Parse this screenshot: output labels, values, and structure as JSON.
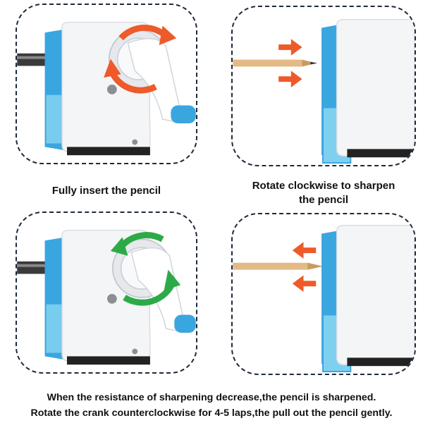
{
  "captions": {
    "fully_insert": "Fully insert the pencil",
    "rotate_clockwise_line1": "Rotate clockwise to sharpen",
    "rotate_clockwise_line2": "the pencil"
  },
  "footer": {
    "line1": "When the resistance of sharpening decrease,the pencil is sharpened.",
    "line2": "Rotate the crank counterclockwise for 4-5 laps,the pull out the pencil gently."
  },
  "colors": {
    "accent_blue": "#3aa6e0",
    "arrow_orange": "#ee5a2a",
    "arrow_green": "#2daa48",
    "border_dark": "#1e2a3a",
    "pencil_wood": "#e3b986"
  },
  "icons": {
    "panel1": "sharpener-crank-orange-arrows-icon",
    "panel2": "pencil-insert-arrows-icon",
    "panel3": "sharpener-crank-green-arrows-icon",
    "panel4": "pencil-remove-arrows-icon"
  }
}
